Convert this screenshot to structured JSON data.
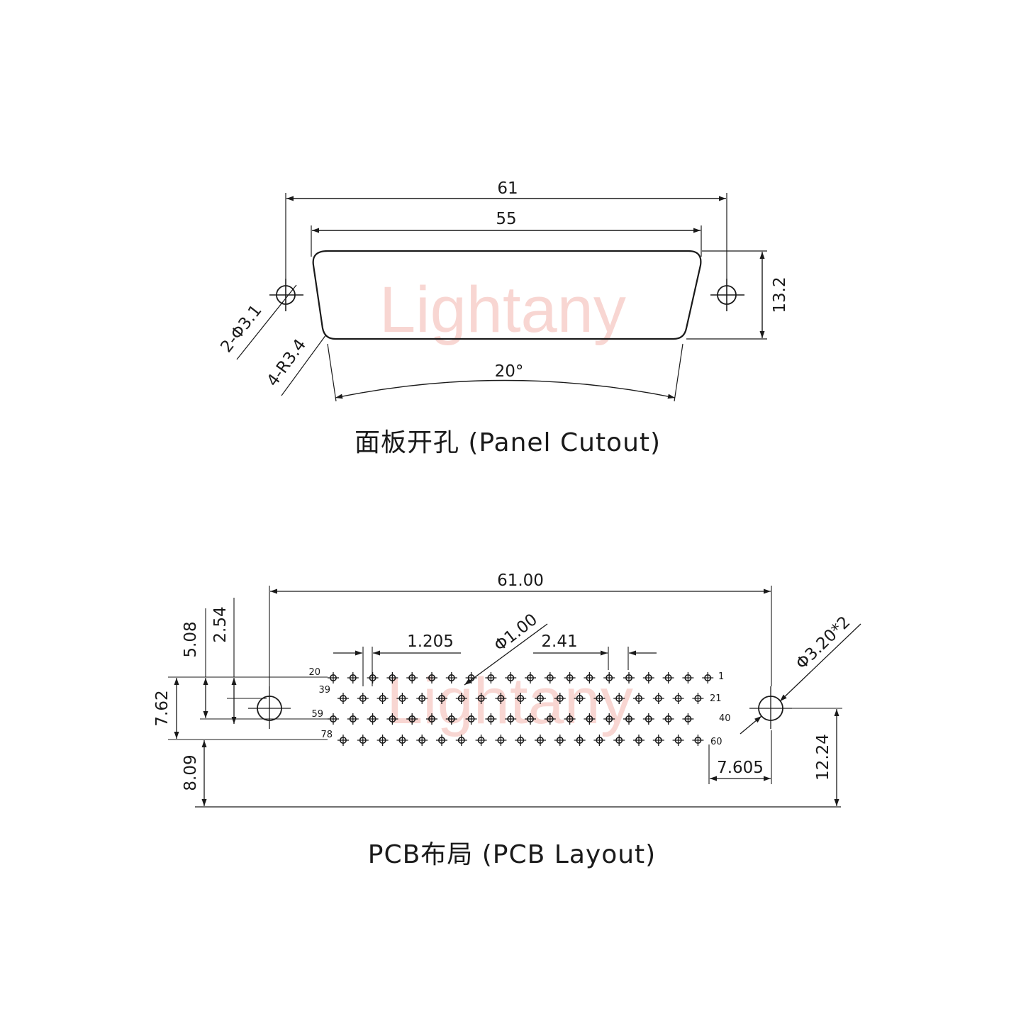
{
  "watermark": "Lightany",
  "panel": {
    "title": "面板开孔 (Panel Cutout)",
    "dim_overall": "61",
    "dim_cutout": "55",
    "dim_height": "13.2",
    "dim_angle": "20°",
    "dim_holes": "2-Φ3.1",
    "dim_radius": "4-R3.4"
  },
  "pcb": {
    "title": "PCB布局 (PCB Layout)",
    "dim_overall": "61.00",
    "dim_pitch_half": "1.205",
    "dim_pin_dia": "Φ1.00",
    "dim_pitch": "2.41",
    "dim_mount_dia": "Φ3.20*2",
    "dim_508": "5.08",
    "dim_254": "2.54",
    "dim_762": "7.62",
    "dim_809": "8.09",
    "dim_7605": "7.605",
    "dim_1224": "12.24",
    "row_labels_left": [
      "20",
      "39",
      "59",
      "78"
    ],
    "row_labels_right": [
      "1",
      "21",
      "40",
      "60"
    ],
    "row_pin_counts": [
      20,
      19,
      19,
      19
    ]
  },
  "colors": {
    "line": "#1a1a1a",
    "watermark": "#f6c9c4"
  }
}
